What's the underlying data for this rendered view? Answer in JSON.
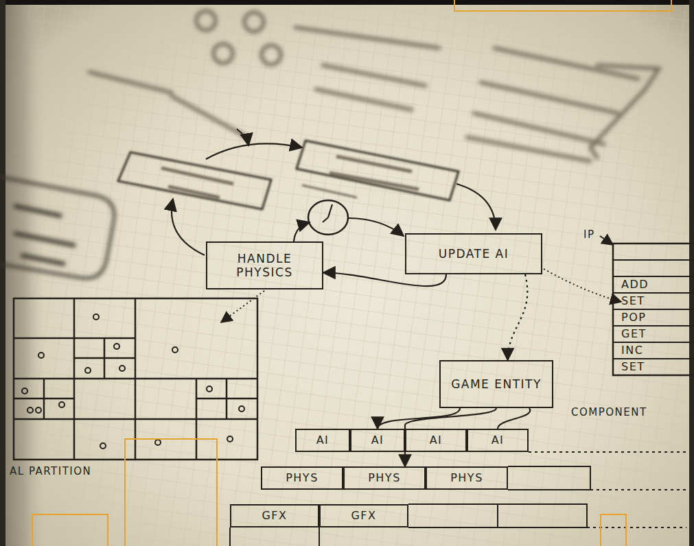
{
  "diagram": {
    "nodes": [
      {
        "text": [
          "HANDLE PHYSICS"
        ]
      },
      {
        "text": [
          "UPDATE AI"
        ]
      },
      {
        "text": [
          "GAME ENTITY"
        ]
      },
      {
        "text": [
          "AI"
        ]
      },
      {
        "text": [
          "AI"
        ]
      },
      {
        "text": [
          "AI"
        ]
      },
      {
        "text": [
          "AI"
        ]
      },
      {
        "text": [
          "PHYS"
        ]
      },
      {
        "text": [
          "PHYS"
        ]
      },
      {
        "text": [
          "PHYS"
        ]
      },
      {
        "text": [
          "GFX"
        ]
      },
      {
        "text": [
          "GFX"
        ]
      }
    ],
    "edges": [
      {
        "from": 1,
        "to": 0,
        "arrow": "to"
      },
      {
        "from": 1,
        "to": 2,
        "arrow": "to"
      },
      {
        "from": 2,
        "to": 4,
        "arrow": "to"
      },
      {
        "from": 2,
        "to": 8,
        "arrow": "to"
      },
      {
        "from": 2,
        "to": 6,
        "arrow": "none"
      }
    ],
    "labels": [
      "COMPONENT",
      "IP",
      "ADD",
      "SET",
      "POP",
      "GET",
      "INC",
      "SET",
      "AL PARTITION"
    ]
  }
}
